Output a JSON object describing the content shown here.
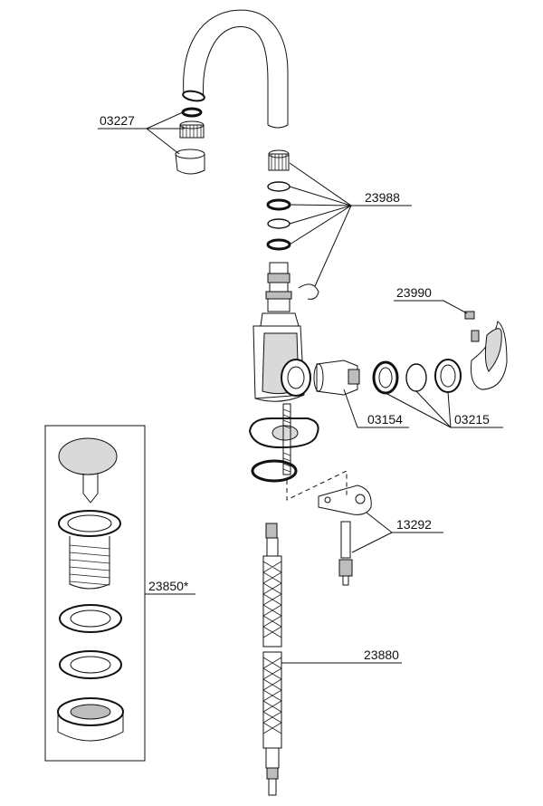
{
  "parts": {
    "aerator": "03227",
    "orings": "23988",
    "grubscrew": "23990",
    "cartridge": "03154",
    "handle_set": "03215",
    "fixing_kit": "13292",
    "waste": "23850*",
    "hoses": "23880"
  }
}
